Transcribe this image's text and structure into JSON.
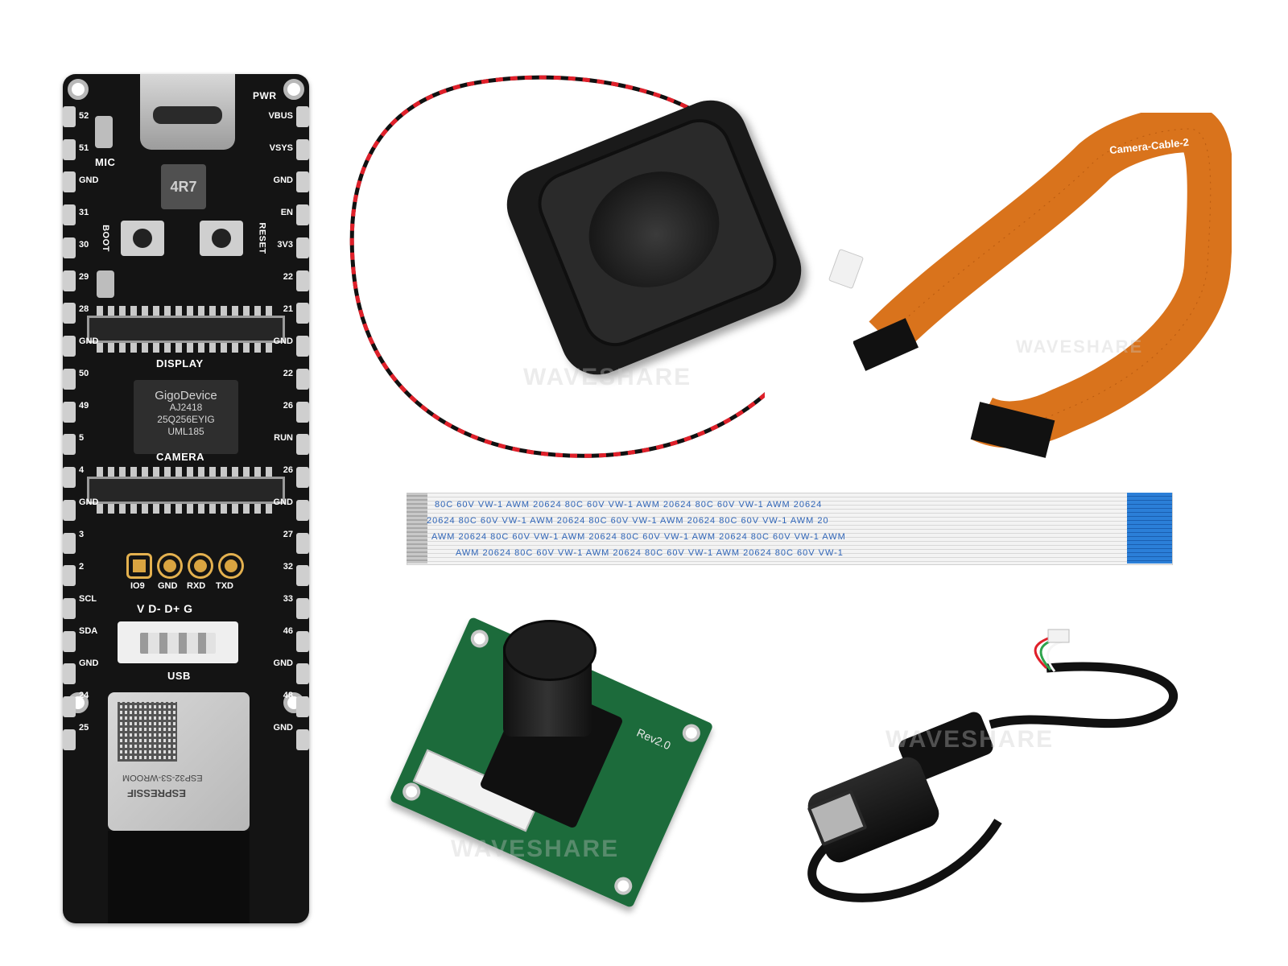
{
  "board": {
    "left_pins": [
      "52",
      "51",
      "GND",
      "31",
      "30",
      "29",
      "28",
      "GND",
      "50",
      "49",
      "5",
      "4",
      "GND",
      "3",
      "2",
      "SCL",
      "SDA",
      "GND",
      "24",
      "25"
    ],
    "right_pins": [
      "VBUS",
      "VSYS",
      "GND",
      "EN",
      "3V3",
      "22",
      "21",
      "GND",
      "22",
      "26",
      "RUN",
      "26",
      "GND",
      "27",
      "32",
      "33",
      "46",
      "GND",
      "48",
      "GND"
    ],
    "labels": {
      "pwr": "PWR",
      "mic": "MIC",
      "boot": "BOOT",
      "reset": "RESET",
      "inductor": "4R7",
      "display": "DISPLAY",
      "camera": "CAMERA",
      "usb": "USB",
      "usb_pins": "V D- D+ G",
      "flash_brand": "GigoDevice",
      "flash_line1": "AJ2418",
      "flash_line2": "25Q256EYIG",
      "flash_line3": "UML185",
      "module_brand": "ESPRESSIF",
      "module_model": "ESP32-S3-WROOM"
    },
    "header_labels": [
      "IO9",
      "GND",
      "RXD",
      "TXD"
    ]
  },
  "orange_cable": {
    "label": "Camera-Cable-2"
  },
  "ffc": {
    "rows": [
      "80C  60V  VW-1           AWM  20624  80C  60V  VW-1           AWM  20624  80C  60V  VW-1           AWM  20624",
      "20624  80C  60V  VW-1           AWM  20624  80C  60V  VW-1           AWM  20624  80C  60V  VW-1           AWM  20",
      "AWM  20624  80C  60V  VW-1           AWM  20624  80C  60V  VW-1           AWM  20624  80C  60V  VW-1           AWM",
      "AWM  20624  80C  60V  VW-1           AWM  20624  80C  60V  VW-1           AWM  20624  80C  60V  VW-1"
    ]
  },
  "camera": {
    "silk": "Rev2.0"
  },
  "watermark": "WAVESHARE",
  "colors": {
    "pcb": "#141414",
    "cam_pcb": "#1c6b3b",
    "flex": "#d9731c",
    "ffc_tab": "#2b7fd8",
    "wire_red": "#e0202a"
  }
}
